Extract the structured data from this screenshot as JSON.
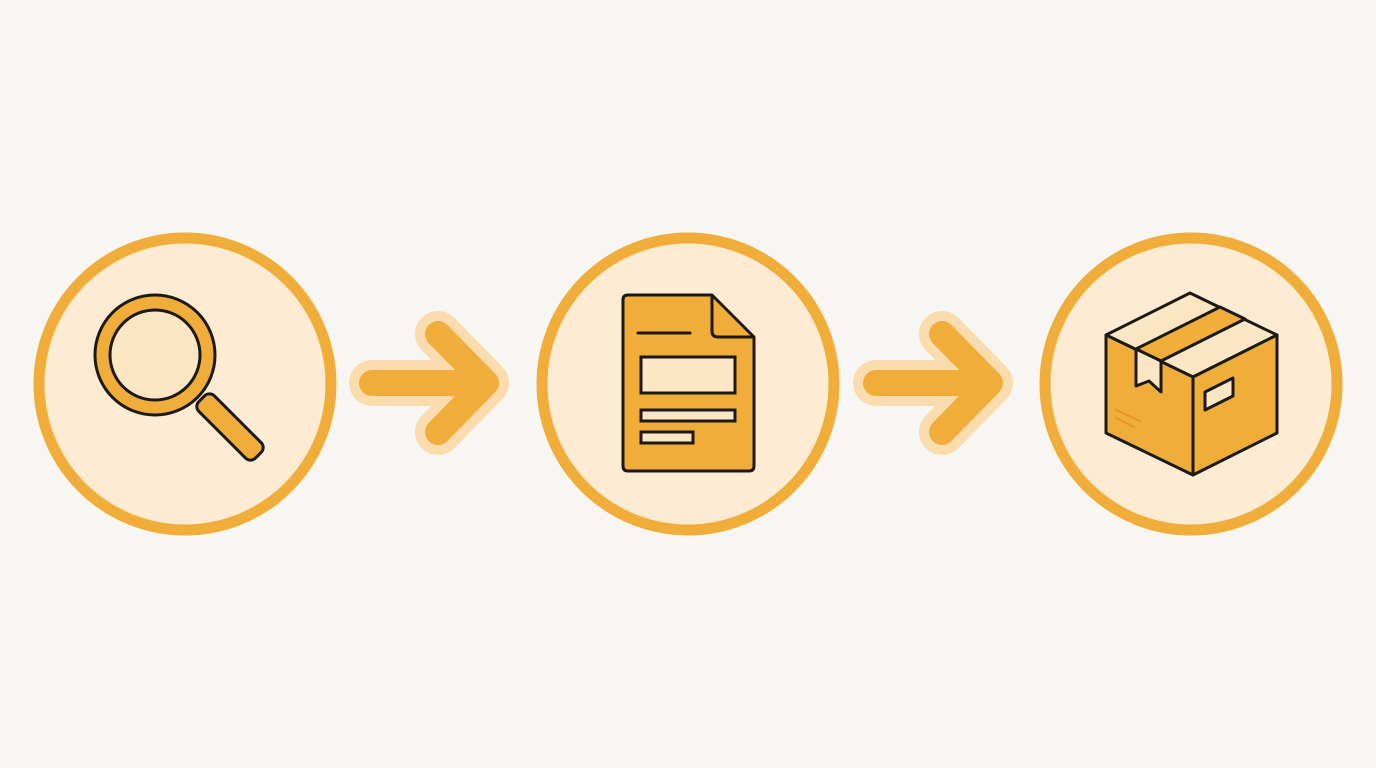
{
  "diagram": {
    "background_color": "#f7f6f2",
    "colors": {
      "circle_fill": "#fdebd3",
      "circle_stroke": "#f0ad3a",
      "icon_fill": "#f0ad3a",
      "icon_outline": "#1c1a17",
      "icon_light": "#fce6c4",
      "arrow_color": "#f0ad3a",
      "arrow_glow": "#fbdcae"
    },
    "steps": [
      {
        "icon": "magnifying-glass-icon"
      },
      {
        "icon": "document-icon"
      },
      {
        "icon": "package-box-icon"
      }
    ],
    "connectors": [
      {
        "icon": "arrow-right-icon",
        "from": 0,
        "to": 1
      },
      {
        "icon": "arrow-right-icon",
        "from": 1,
        "to": 2
      }
    ]
  }
}
